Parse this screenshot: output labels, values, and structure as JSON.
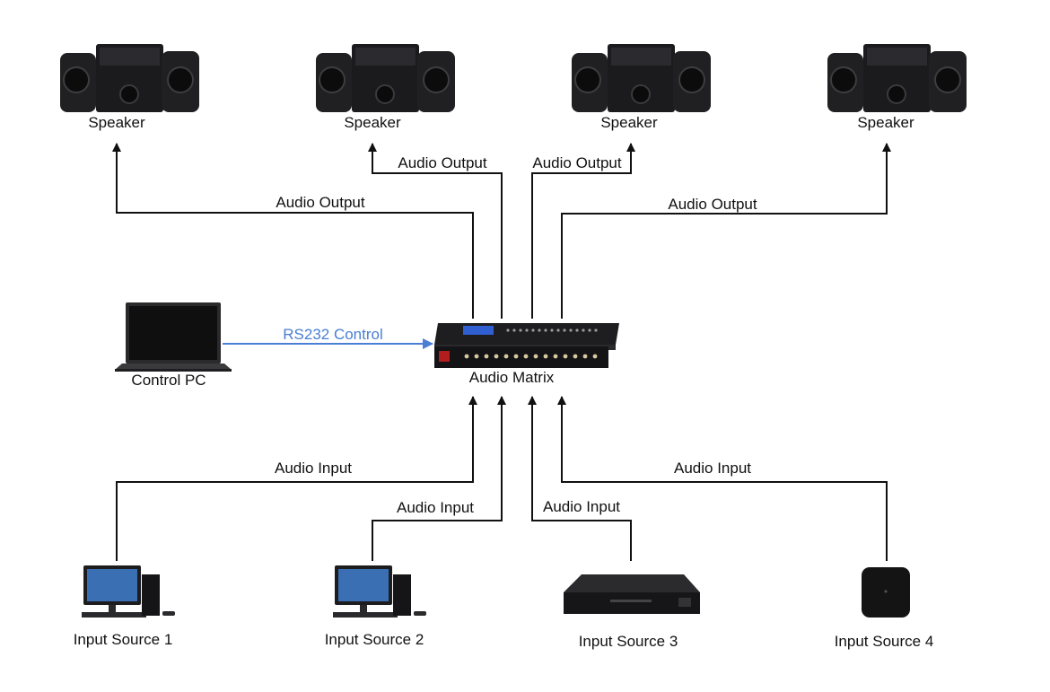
{
  "colors": {
    "line": "#111111",
    "control": "#4a7fd4"
  },
  "speakers": [
    {
      "label": "Speaker",
      "icon": "speaker-system-icon"
    },
    {
      "label": "Speaker",
      "icon": "speaker-system-icon"
    },
    {
      "label": "Speaker",
      "icon": "speaker-system-icon"
    },
    {
      "label": "Speaker",
      "icon": "speaker-system-icon"
    }
  ],
  "outputs": [
    {
      "label": "Audio Output"
    },
    {
      "label": "Audio Output"
    },
    {
      "label": "Audio Output"
    },
    {
      "label": "Audio Output"
    }
  ],
  "inputs": [
    {
      "label": "Audio Input"
    },
    {
      "label": "Audio Input"
    },
    {
      "label": "Audio Input"
    },
    {
      "label": "Audio Input"
    }
  ],
  "sources": [
    {
      "label": "Input Source 1",
      "icon": "desktop-computer-icon"
    },
    {
      "label": "Input Source 2",
      "icon": "desktop-computer-icon"
    },
    {
      "label": "Input Source 3",
      "icon": "dvd-player-icon"
    },
    {
      "label": "Input Source 4",
      "icon": "media-box-icon"
    }
  ],
  "matrix": {
    "label": "Audio Matrix",
    "icon": "audio-matrix-icon"
  },
  "control_pc": {
    "label": "Control PC",
    "icon": "laptop-icon"
  },
  "control_link": {
    "label": "RS232 Control"
  }
}
